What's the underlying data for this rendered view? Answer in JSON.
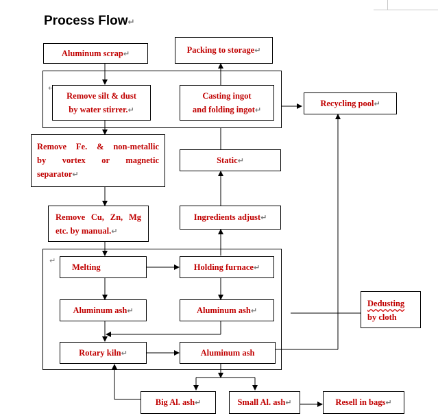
{
  "title": "Process Flow",
  "pilcrow": "↵",
  "nodes": {
    "aluminum_scrap": "Aluminum scrap",
    "packing": "Packing to storage",
    "remove_silt_1": "Remove silt & dust",
    "remove_silt_2": "by water stirrer.",
    "casting_1": "Casting ingot",
    "casting_2": "and folding ingot",
    "recycling_pool": "Recycling pool",
    "remove_fe_1": "Remove Fe. & non-metallic",
    "remove_fe_2": "by vortex or magnetic",
    "remove_fe_3": "separator",
    "static": "Static",
    "remove_cu_1": "Remove Cu, Zn, Mg",
    "remove_cu_2": "etc. by manual.",
    "ingredients": "Ingredients adjust",
    "melting": "Melting",
    "holding": "Holding furnace",
    "ash_left": "Aluminum ash",
    "ash_right": "Aluminum ash",
    "dedusting_1": "Dedusting",
    "dedusting_2": "by cloth",
    "rotary": "Rotary kiln",
    "ash_bottom": "Aluminum ash",
    "big_ash": "Big Al. ash",
    "small_ash": "Small Al. ash",
    "resell": "Resell in bags"
  },
  "colors": {
    "label": "#c00000",
    "line": "#000000"
  }
}
